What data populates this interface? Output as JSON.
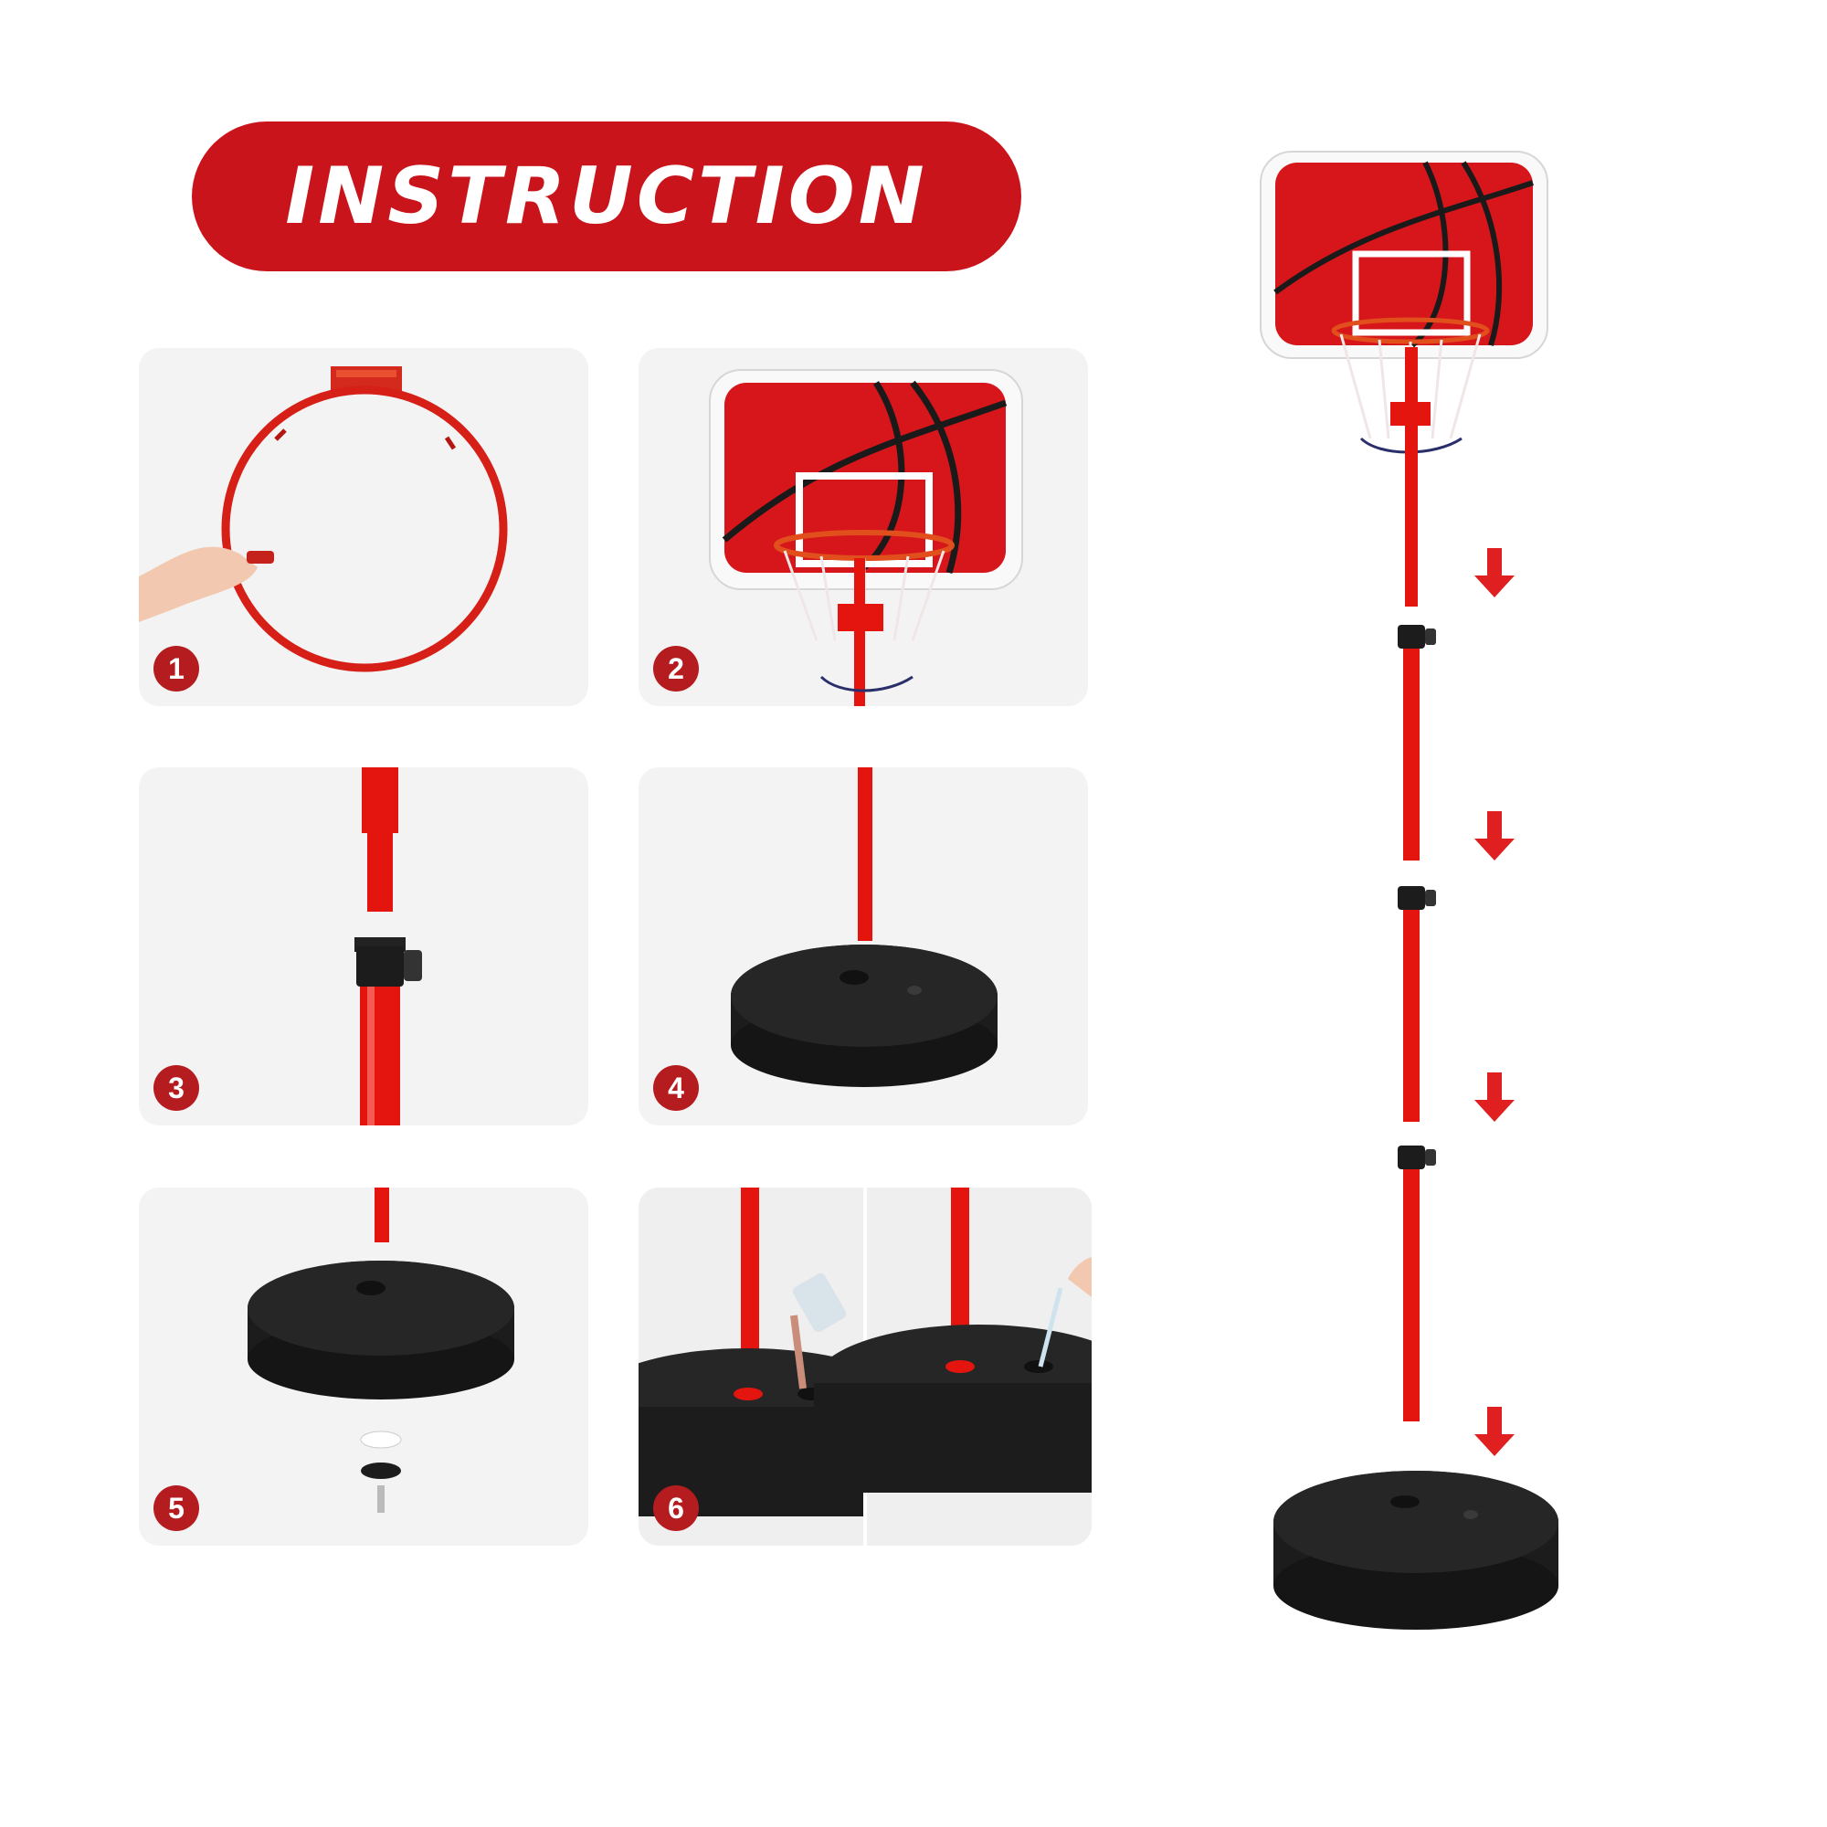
{
  "header": {
    "title": "INSTRUCTION"
  },
  "steps": [
    {
      "number": "1"
    },
    {
      "number": "2"
    },
    {
      "number": "3"
    },
    {
      "number": "4"
    },
    {
      "number": "5"
    },
    {
      "number": "6"
    }
  ],
  "colors": {
    "accent_red": "#c9141b",
    "badge_red": "#b51c20",
    "pole_red": "#e4150f",
    "base_black": "#1c1c1c",
    "panel_bg": "#f3f3f3"
  }
}
